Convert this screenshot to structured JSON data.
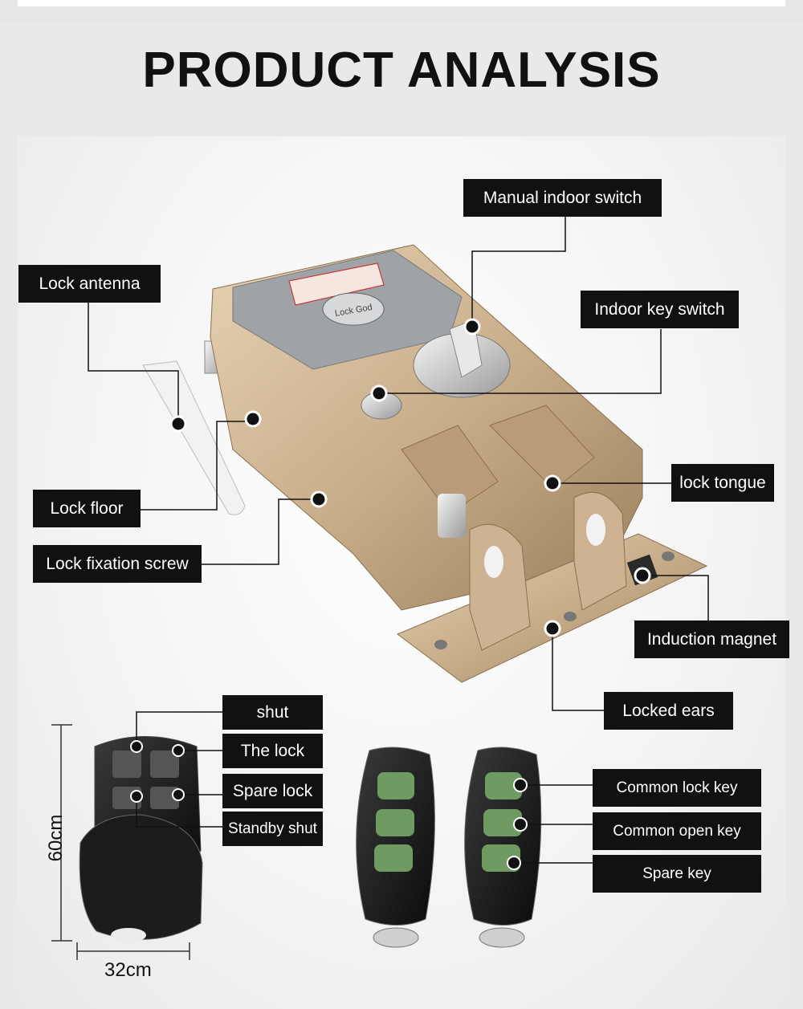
{
  "title": "PRODUCT ANALYSIS",
  "labels": {
    "manual_indoor_switch": "Manual indoor switch",
    "lock_antenna": "Lock antenna",
    "indoor_key_switch": "Indoor key switch",
    "lock_floor": "Lock floor",
    "lock_tongue": "lock tongue",
    "lock_fixation_screw": "Lock fixation screw",
    "induction_magnet": "Induction magnet",
    "locked_ears": "Locked ears",
    "shut": "shut",
    "the_lock": "The lock",
    "spare_lock": "Spare lock",
    "standby_shut": "Standby shut",
    "common_lock_key": "Common lock key",
    "common_open_key": "Common open key",
    "spare_key": "Spare key"
  },
  "dimensions": {
    "height": "60cm",
    "width": "32cm"
  },
  "lock_face_text": "Lock God",
  "colors": {
    "gold": "#c8ad8a",
    "label_bg": "#111111",
    "key_green": "#6f9a62"
  }
}
